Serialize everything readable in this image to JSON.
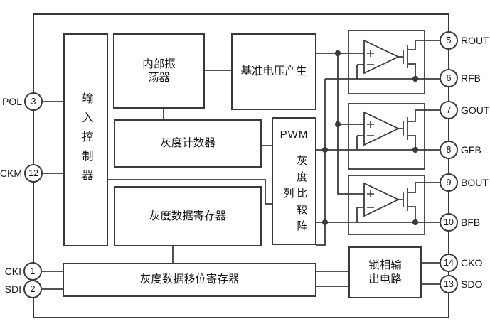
{
  "blocks": {
    "input_controller": {
      "label": "输入控制器"
    },
    "oscillator": {
      "line1": "内部振",
      "line2": "荡器"
    },
    "reference": {
      "label": "基准电压产生"
    },
    "gray_counter": {
      "label": "灰度计数器"
    },
    "pwm_array": {
      "label_latin": "PWM",
      "label_vertical": "灰度比较阵列"
    },
    "gray_register": {
      "label": "灰度数据寄存器"
    },
    "gray_shift_register": {
      "label": "灰度数据移位寄存器"
    },
    "pll_output": {
      "line1": "锁相输",
      "line2": "出电路"
    }
  },
  "pins": {
    "left": [
      {
        "number": "3",
        "name": "POL"
      },
      {
        "number": "12",
        "name": "CKM"
      },
      {
        "number": "1",
        "name": "CKI"
      },
      {
        "number": "2",
        "name": "SDI"
      }
    ],
    "right": [
      {
        "number": "5",
        "name": "ROUT"
      },
      {
        "number": "6",
        "name": "RFB"
      },
      {
        "number": "7",
        "name": "GOUT"
      },
      {
        "number": "8",
        "name": "GFB"
      },
      {
        "number": "9",
        "name": "BOUT"
      },
      {
        "number": "10",
        "name": "BFB"
      },
      {
        "number": "14",
        "name": "CKO"
      },
      {
        "number": "13",
        "name": "SDO"
      }
    ]
  },
  "colors": {
    "line": "#3a3a3a",
    "background": "#ffffff",
    "text": "#151515"
  }
}
